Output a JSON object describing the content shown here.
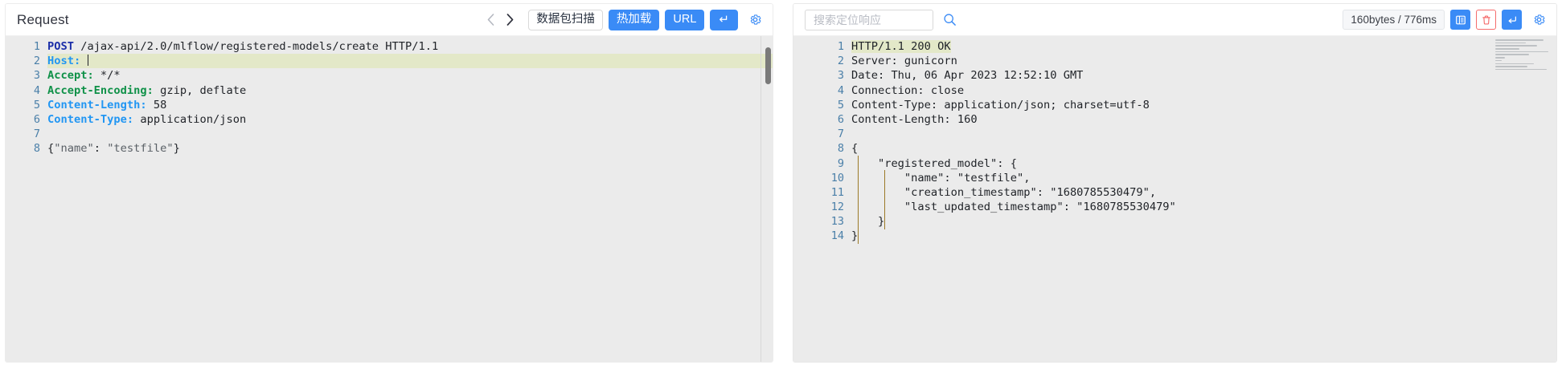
{
  "request_panel": {
    "title": "Request",
    "toolbar": {
      "prev_icon": "chevron-left-icon",
      "next_icon": "chevron-right-icon",
      "scan_label": "数据包扫描",
      "hotload_label": "热加载",
      "url_label": "URL",
      "enter_label": "↵",
      "settings_icon": "gear-icon"
    },
    "line_numbers": [
      "1",
      "2",
      "3",
      "4",
      "5",
      "6",
      "7",
      "8"
    ],
    "lines": [
      {
        "n": "1",
        "highlight": false,
        "tokens": [
          {
            "text": "POST",
            "cls": "t-method"
          },
          {
            "text": " /ajax-api/2.0/mlflow/registered-models/create HTTP/1.1",
            "cls": "t-path"
          }
        ]
      },
      {
        "n": "2",
        "highlight": true,
        "caret": true,
        "tokens": [
          {
            "text": "Host:",
            "cls": "t-hdr-b"
          },
          {
            "text": " ",
            "cls": "t-val"
          }
        ]
      },
      {
        "n": "3",
        "highlight": false,
        "tokens": [
          {
            "text": "Accept:",
            "cls": "t-hdr-g"
          },
          {
            "text": " */*",
            "cls": "t-val"
          }
        ]
      },
      {
        "n": "4",
        "highlight": false,
        "tokens": [
          {
            "text": "Accept-Encoding:",
            "cls": "t-hdr-g"
          },
          {
            "text": " gzip, deflate",
            "cls": "t-val"
          }
        ]
      },
      {
        "n": "5",
        "highlight": false,
        "tokens": [
          {
            "text": "Content-Length:",
            "cls": "t-hdr-b"
          },
          {
            "text": " 58",
            "cls": "t-val"
          }
        ]
      },
      {
        "n": "6",
        "highlight": false,
        "tokens": [
          {
            "text": "Content-Type:",
            "cls": "t-hdr-b"
          },
          {
            "text": " application/json",
            "cls": "t-val"
          }
        ]
      },
      {
        "n": "7",
        "highlight": false,
        "tokens": [
          {
            "text": "",
            "cls": "t-val"
          }
        ]
      },
      {
        "n": "8",
        "highlight": false,
        "tokens": [
          {
            "text": "{",
            "cls": "t-punct"
          },
          {
            "text": "\"name\"",
            "cls": "t-key"
          },
          {
            "text": ": ",
            "cls": "t-punct"
          },
          {
            "text": "\"testfile\"",
            "cls": "t-str"
          },
          {
            "text": "}",
            "cls": "t-punct"
          }
        ]
      }
    ]
  },
  "response_panel": {
    "search": {
      "placeholder": "搜索定位响应",
      "value": "",
      "search_icon": "search-icon"
    },
    "size_badge": "160bytes / 776ms",
    "actions": [
      {
        "name": "layout-columns-icon",
        "style": "blue"
      },
      {
        "name": "trash-icon",
        "style": "red"
      },
      {
        "name": "enter-icon",
        "style": "blue"
      },
      {
        "name": "gear-icon",
        "style": "plain"
      }
    ],
    "line_numbers": [
      "1",
      "2",
      "3",
      "4",
      "5",
      "6",
      "7",
      "8",
      "9",
      "10",
      "11",
      "12",
      "13",
      "14"
    ],
    "lines": [
      {
        "n": "1",
        "highlight": true,
        "tokens": [
          {
            "text": "HTTP/1.1 200 OK",
            "cls": "t-val"
          }
        ]
      },
      {
        "n": "2",
        "highlight": false,
        "tokens": [
          {
            "text": "Server: gunicorn",
            "cls": "t-val"
          }
        ]
      },
      {
        "n": "3",
        "highlight": false,
        "tokens": [
          {
            "text": "Date: Thu, 06 Apr 2023 12:52:10 GMT",
            "cls": "t-val"
          }
        ]
      },
      {
        "n": "4",
        "highlight": false,
        "tokens": [
          {
            "text": "Connection: close",
            "cls": "t-val"
          }
        ]
      },
      {
        "n": "5",
        "highlight": false,
        "tokens": [
          {
            "text": "Content-Type: application/json; charset=utf-8",
            "cls": "t-val"
          }
        ]
      },
      {
        "n": "6",
        "highlight": false,
        "tokens": [
          {
            "text": "Content-Length: 160",
            "cls": "t-val"
          }
        ]
      },
      {
        "n": "7",
        "highlight": false,
        "tokens": [
          {
            "text": "",
            "cls": "t-val"
          }
        ]
      },
      {
        "n": "8",
        "highlight": false,
        "tokens": [
          {
            "text": "{",
            "cls": "t-punct"
          }
        ]
      },
      {
        "n": "9",
        "highlight": false,
        "tokens": [
          {
            "text": "    \"registered_model\": {",
            "cls": "t-val"
          }
        ]
      },
      {
        "n": "10",
        "highlight": false,
        "tokens": [
          {
            "text": "        \"name\": \"testfile\",",
            "cls": "t-val"
          }
        ]
      },
      {
        "n": "11",
        "highlight": false,
        "tokens": [
          {
            "text": "        \"creation_timestamp\": \"1680785530479\",",
            "cls": "t-val"
          }
        ]
      },
      {
        "n": "12",
        "highlight": false,
        "tokens": [
          {
            "text": "        \"last_updated_timestamp\": \"1680785530479\"",
            "cls": "t-val"
          }
        ]
      },
      {
        "n": "13",
        "highlight": false,
        "tokens": [
          {
            "text": "    }",
            "cls": "t-val"
          }
        ]
      },
      {
        "n": "14",
        "highlight": false,
        "tokens": [
          {
            "text": "}",
            "cls": "t-punct"
          }
        ]
      }
    ]
  },
  "colors": {
    "accent_blue": "#3a8bf6",
    "danger_red": "#f56c6c",
    "highlight_line": "#e3e8c8",
    "code_bg": "#ebebeb",
    "gutter_text": "#4a7fa8",
    "indent_guide": "#9c7a28"
  }
}
